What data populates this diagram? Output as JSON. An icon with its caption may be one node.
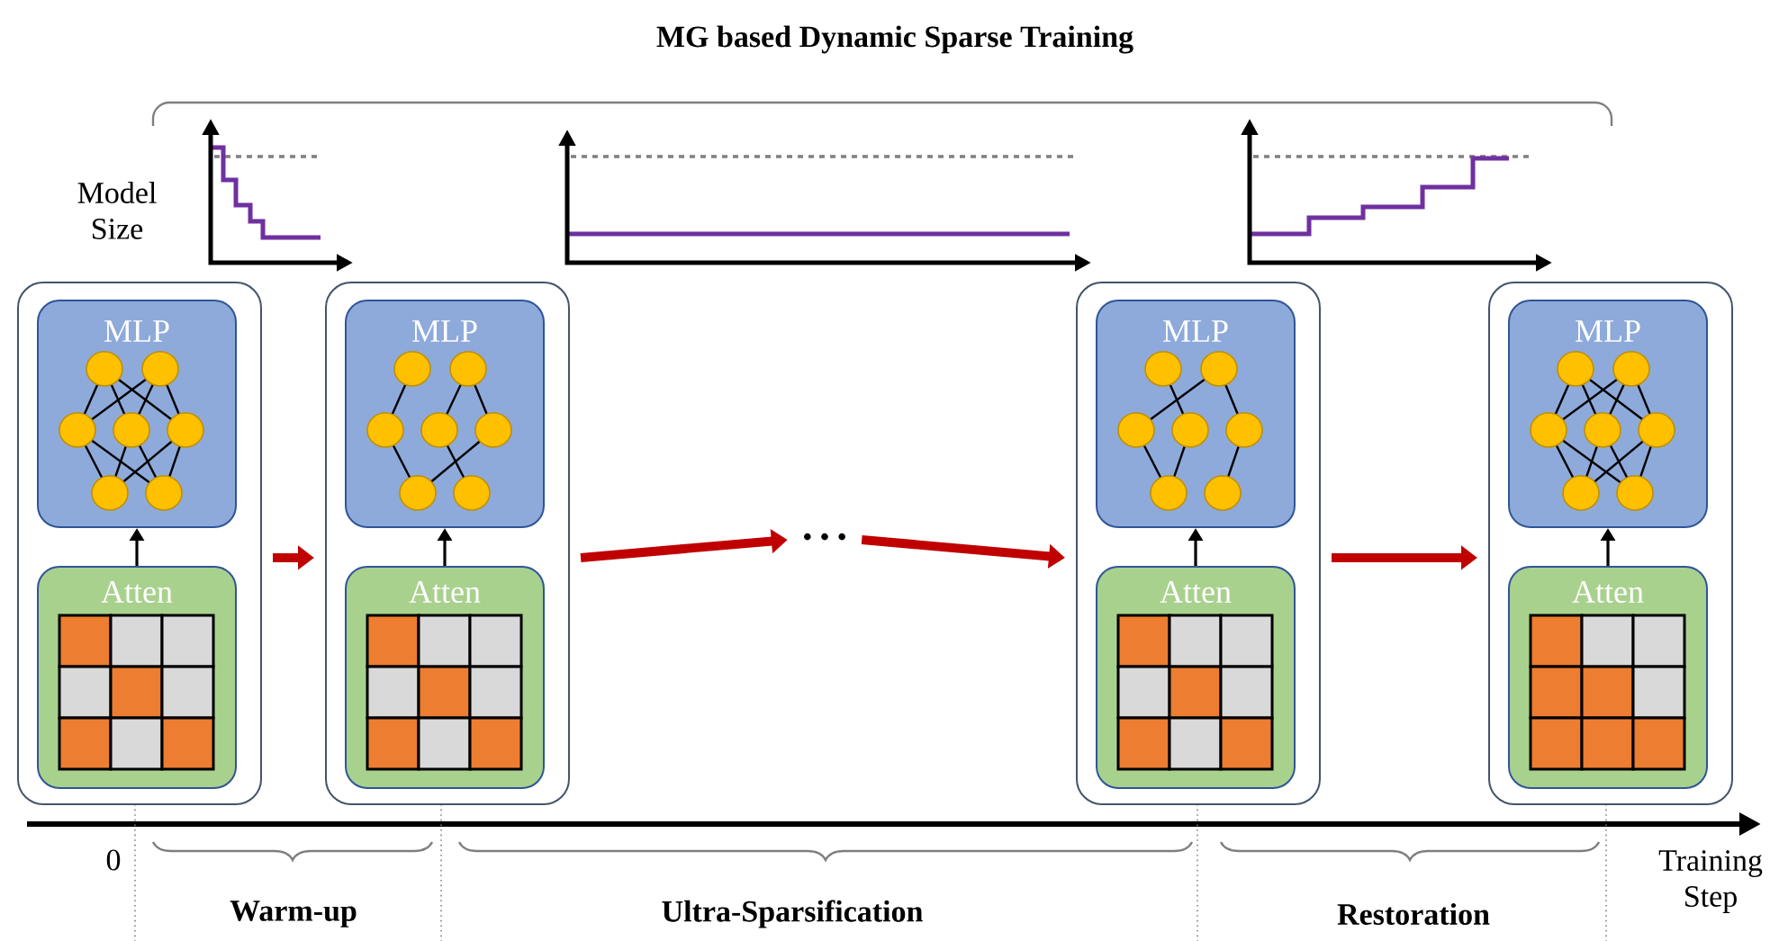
{
  "diagram": {
    "title": "MG based Dynamic Sparse Training",
    "nodes": [
      {
        "text": [],
        "shape": "box"
      },
      {
        "text": [
          "MLP"
        ],
        "in": 0
      },
      {
        "text": [
          "Atten"
        ],
        "in": 0
      },
      {
        "text": [],
        "shape": "box"
      },
      {
        "text": [
          "MLP"
        ],
        "in": 3
      },
      {
        "text": [
          "Atten"
        ],
        "in": 3
      },
      {
        "text": [
          "• • •"
        ]
      },
      {
        "text": [],
        "shape": "box"
      },
      {
        "text": [
          "MLP"
        ],
        "in": 7
      },
      {
        "text": [
          "Atten"
        ],
        "in": 7
      },
      {
        "text": [],
        "shape": "box"
      },
      {
        "text": [
          "MLP"
        ],
        "in": 10
      },
      {
        "text": [
          "Atten"
        ],
        "in": 10
      }
    ],
    "edges": [
      {
        "from": 2,
        "to": 1,
        "arrow": "to"
      },
      {
        "from": 0,
        "to": 3,
        "arrow": "to",
        "style": "thick",
        "color": "#c00000"
      },
      {
        "from": 5,
        "to": 4,
        "arrow": "to"
      },
      {
        "from": 3,
        "to": 6,
        "arrow": "to",
        "style": "thick",
        "color": "#c00000"
      },
      {
        "from": 6,
        "to": 7,
        "arrow": "to",
        "style": "thick",
        "color": "#c00000"
      },
      {
        "from": 9,
        "to": 8,
        "arrow": "to"
      },
      {
        "from": 7,
        "to": 10,
        "arrow": "to",
        "style": "thick",
        "color": "#c00000"
      },
      {
        "from": 12,
        "to": 11,
        "arrow": "to"
      }
    ],
    "labels": [
      "Model Size",
      "0",
      "Warm-up",
      "Ultra-Sparsification",
      "Restoration",
      "Training Step"
    ]
  }
}
